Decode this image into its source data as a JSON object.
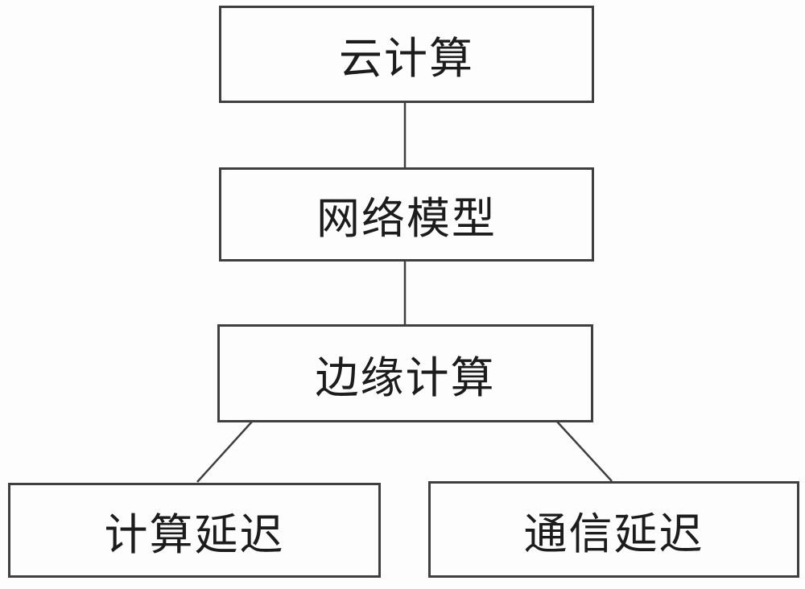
{
  "diagram": {
    "type": "flowchart",
    "nodes": [
      {
        "id": "cloud-computing",
        "label": "云计算"
      },
      {
        "id": "network-model",
        "label": "网络模型"
      },
      {
        "id": "edge-computing",
        "label": "边缘计算"
      },
      {
        "id": "computing-delay",
        "label": "计算延迟"
      },
      {
        "id": "communication-delay",
        "label": "通信延迟"
      }
    ],
    "edges": [
      {
        "from": "cloud-computing",
        "to": "network-model"
      },
      {
        "from": "network-model",
        "to": "edge-computing"
      },
      {
        "from": "edge-computing",
        "to": "computing-delay"
      },
      {
        "from": "edge-computing",
        "to": "communication-delay"
      }
    ],
    "colors": {
      "border": "#3f3f3f",
      "text": "#1c1c1c",
      "background": "#fdfdfd"
    }
  }
}
